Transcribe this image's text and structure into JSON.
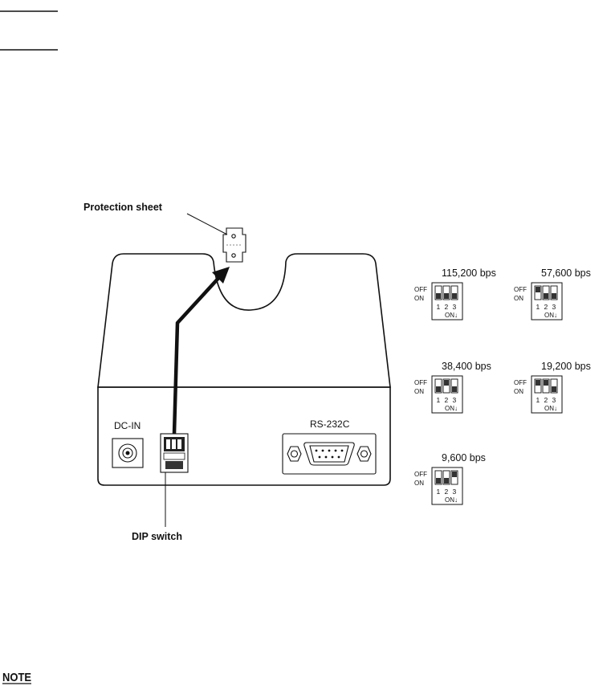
{
  "callouts": {
    "protection_sheet": "Protection sheet",
    "dip_switch": "DIP switch"
  },
  "ports": {
    "dc_in": "DC-IN",
    "rs232c": "RS-232C"
  },
  "switch_legend": {
    "off": "OFF",
    "on": "ON",
    "numbers": [
      "1",
      "2",
      "3"
    ],
    "on_arrow": "ON↓"
  },
  "baud_settings": [
    {
      "rate": "115,200 bps",
      "switches": [
        "on",
        "on",
        "on"
      ]
    },
    {
      "rate": "57,600 bps",
      "switches": [
        "off",
        "on",
        "on"
      ]
    },
    {
      "rate": "38,400 bps",
      "switches": [
        "on",
        "off",
        "on"
      ]
    },
    {
      "rate": "19,200 bps",
      "switches": [
        "off",
        "off",
        "on"
      ]
    },
    {
      "rate": "9,600 bps",
      "switches": [
        "on",
        "on",
        "off"
      ]
    }
  ],
  "note_label": "NOTE"
}
